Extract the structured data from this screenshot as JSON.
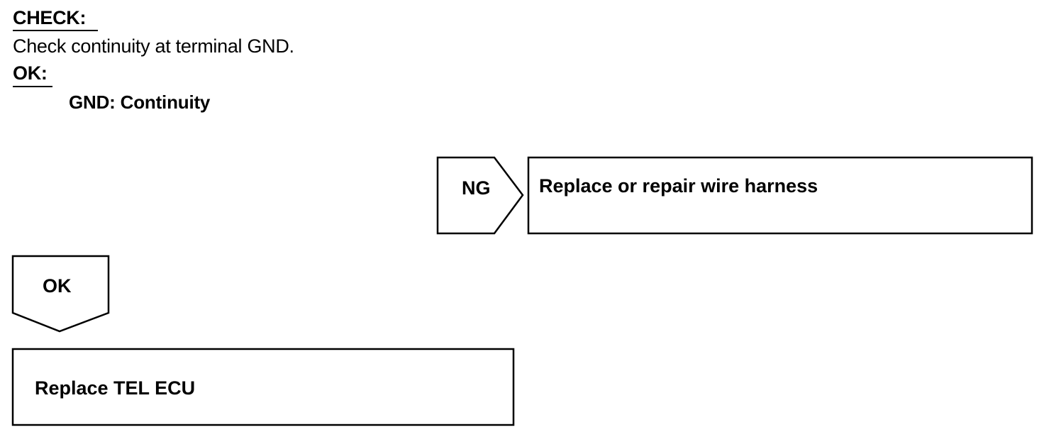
{
  "check": {
    "heading": "CHECK:",
    "instruction": "Check continuity at terminal GND."
  },
  "ok_spec": {
    "heading": "OK:",
    "value": "GND: Continuity"
  },
  "flow": {
    "ng_label": "NG",
    "ng_action": "Replace or repair wire harness",
    "ok_label": "OK",
    "ok_action": "Replace TEL ECU"
  }
}
